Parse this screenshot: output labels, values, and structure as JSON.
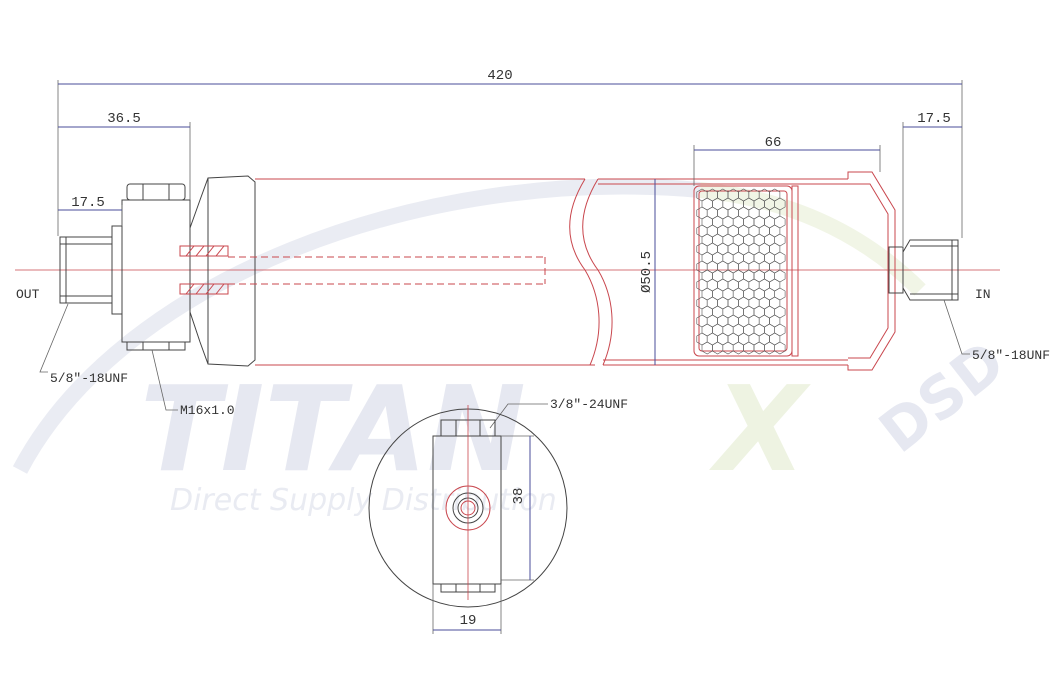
{
  "dimensions": {
    "overall_length": "420",
    "outlet_body_length": "36.5",
    "outlet_fitting_length": "17.5",
    "inlet_fitting_length": "17.5",
    "filter_length": "66",
    "diameter": "Ø50.5",
    "end_view_height": "38",
    "end_view_width": "19"
  },
  "labels": {
    "outlet": "OUT",
    "inlet": "IN",
    "outlet_thread": "5/8″-18UNF",
    "inlet_thread": "5/8″-18UNF",
    "mount_thread": "M16x1.0",
    "switch_port_thread": "3/8″-24UNF"
  },
  "watermark": {
    "brand": "TITAN",
    "brand_x": "X",
    "brand_suffix": "DSD",
    "tagline": "Direct Supply Distribution"
  },
  "colors": {
    "outline": "#444444",
    "section_red": "#c9474e",
    "dimension_blue": "#4a4e9a",
    "watermark": "#e6e8f1"
  }
}
